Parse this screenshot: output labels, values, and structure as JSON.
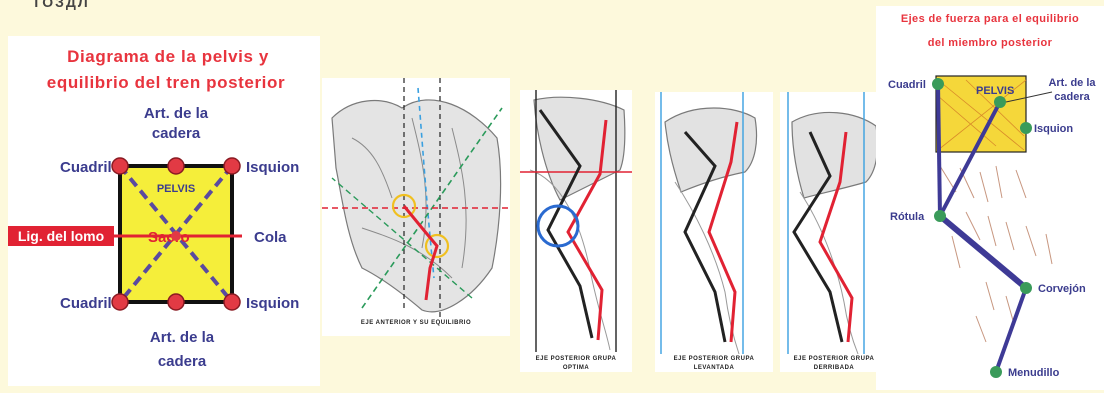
{
  "top_fragment": "ТОЗДЛ",
  "pelvis_diagram": {
    "title_line1": "Diagrama de la pelvis y",
    "title_line2": "equilibrio del tren posterior",
    "art_top_line1": "Art. de la",
    "art_top_line2": "cadera",
    "art_bottom_line1": "Art. de la",
    "art_bottom_line2": "cadera",
    "cuadril_top": "Cuadril",
    "cuadril_bottom": "Cuadril",
    "isquion_top": "Isquion",
    "isquion_bottom": "Isquion",
    "pelvis_label": "PELVIS",
    "sacro_label": "Sacro",
    "lig_label": "Lig. del lomo",
    "cola_label": "Cola",
    "colors": {
      "box": "#f5ee3a",
      "node": "#e23a44",
      "cross": "#5a4aa0",
      "red": "#e12233",
      "label": "#3b3c8e"
    }
  },
  "anatomy_panels": [
    {
      "caption": "EJE ANTERIOR Y SU EQUILIBRIO"
    },
    {
      "caption_line1": "EJE POSTERIOR GRUPA",
      "caption_line2": "OPTIMA"
    },
    {
      "caption_line1": "EJE POSTERIOR GRUPA",
      "caption_line2": "LEVANTADA"
    },
    {
      "caption_line1": "EJE POSTERIOR GRUPA",
      "caption_line2": "DERRIBADA"
    }
  ],
  "limb_diagram": {
    "title_line1": "Ejes de fuerza para el equilibrio",
    "title_line2": "del miembro posterior",
    "cuadril": "Cuadril",
    "pelvis": "PELVIS",
    "art_line1": "Art. de la",
    "art_line2": "cadera",
    "isquion": "Isquion",
    "rotula": "Rótula",
    "corvejon": "Corvejón",
    "menudillo": "Menudillo",
    "colors": {
      "box": "#f5d73a",
      "node": "#3a9b5a",
      "bone": "#3e3a96"
    }
  }
}
